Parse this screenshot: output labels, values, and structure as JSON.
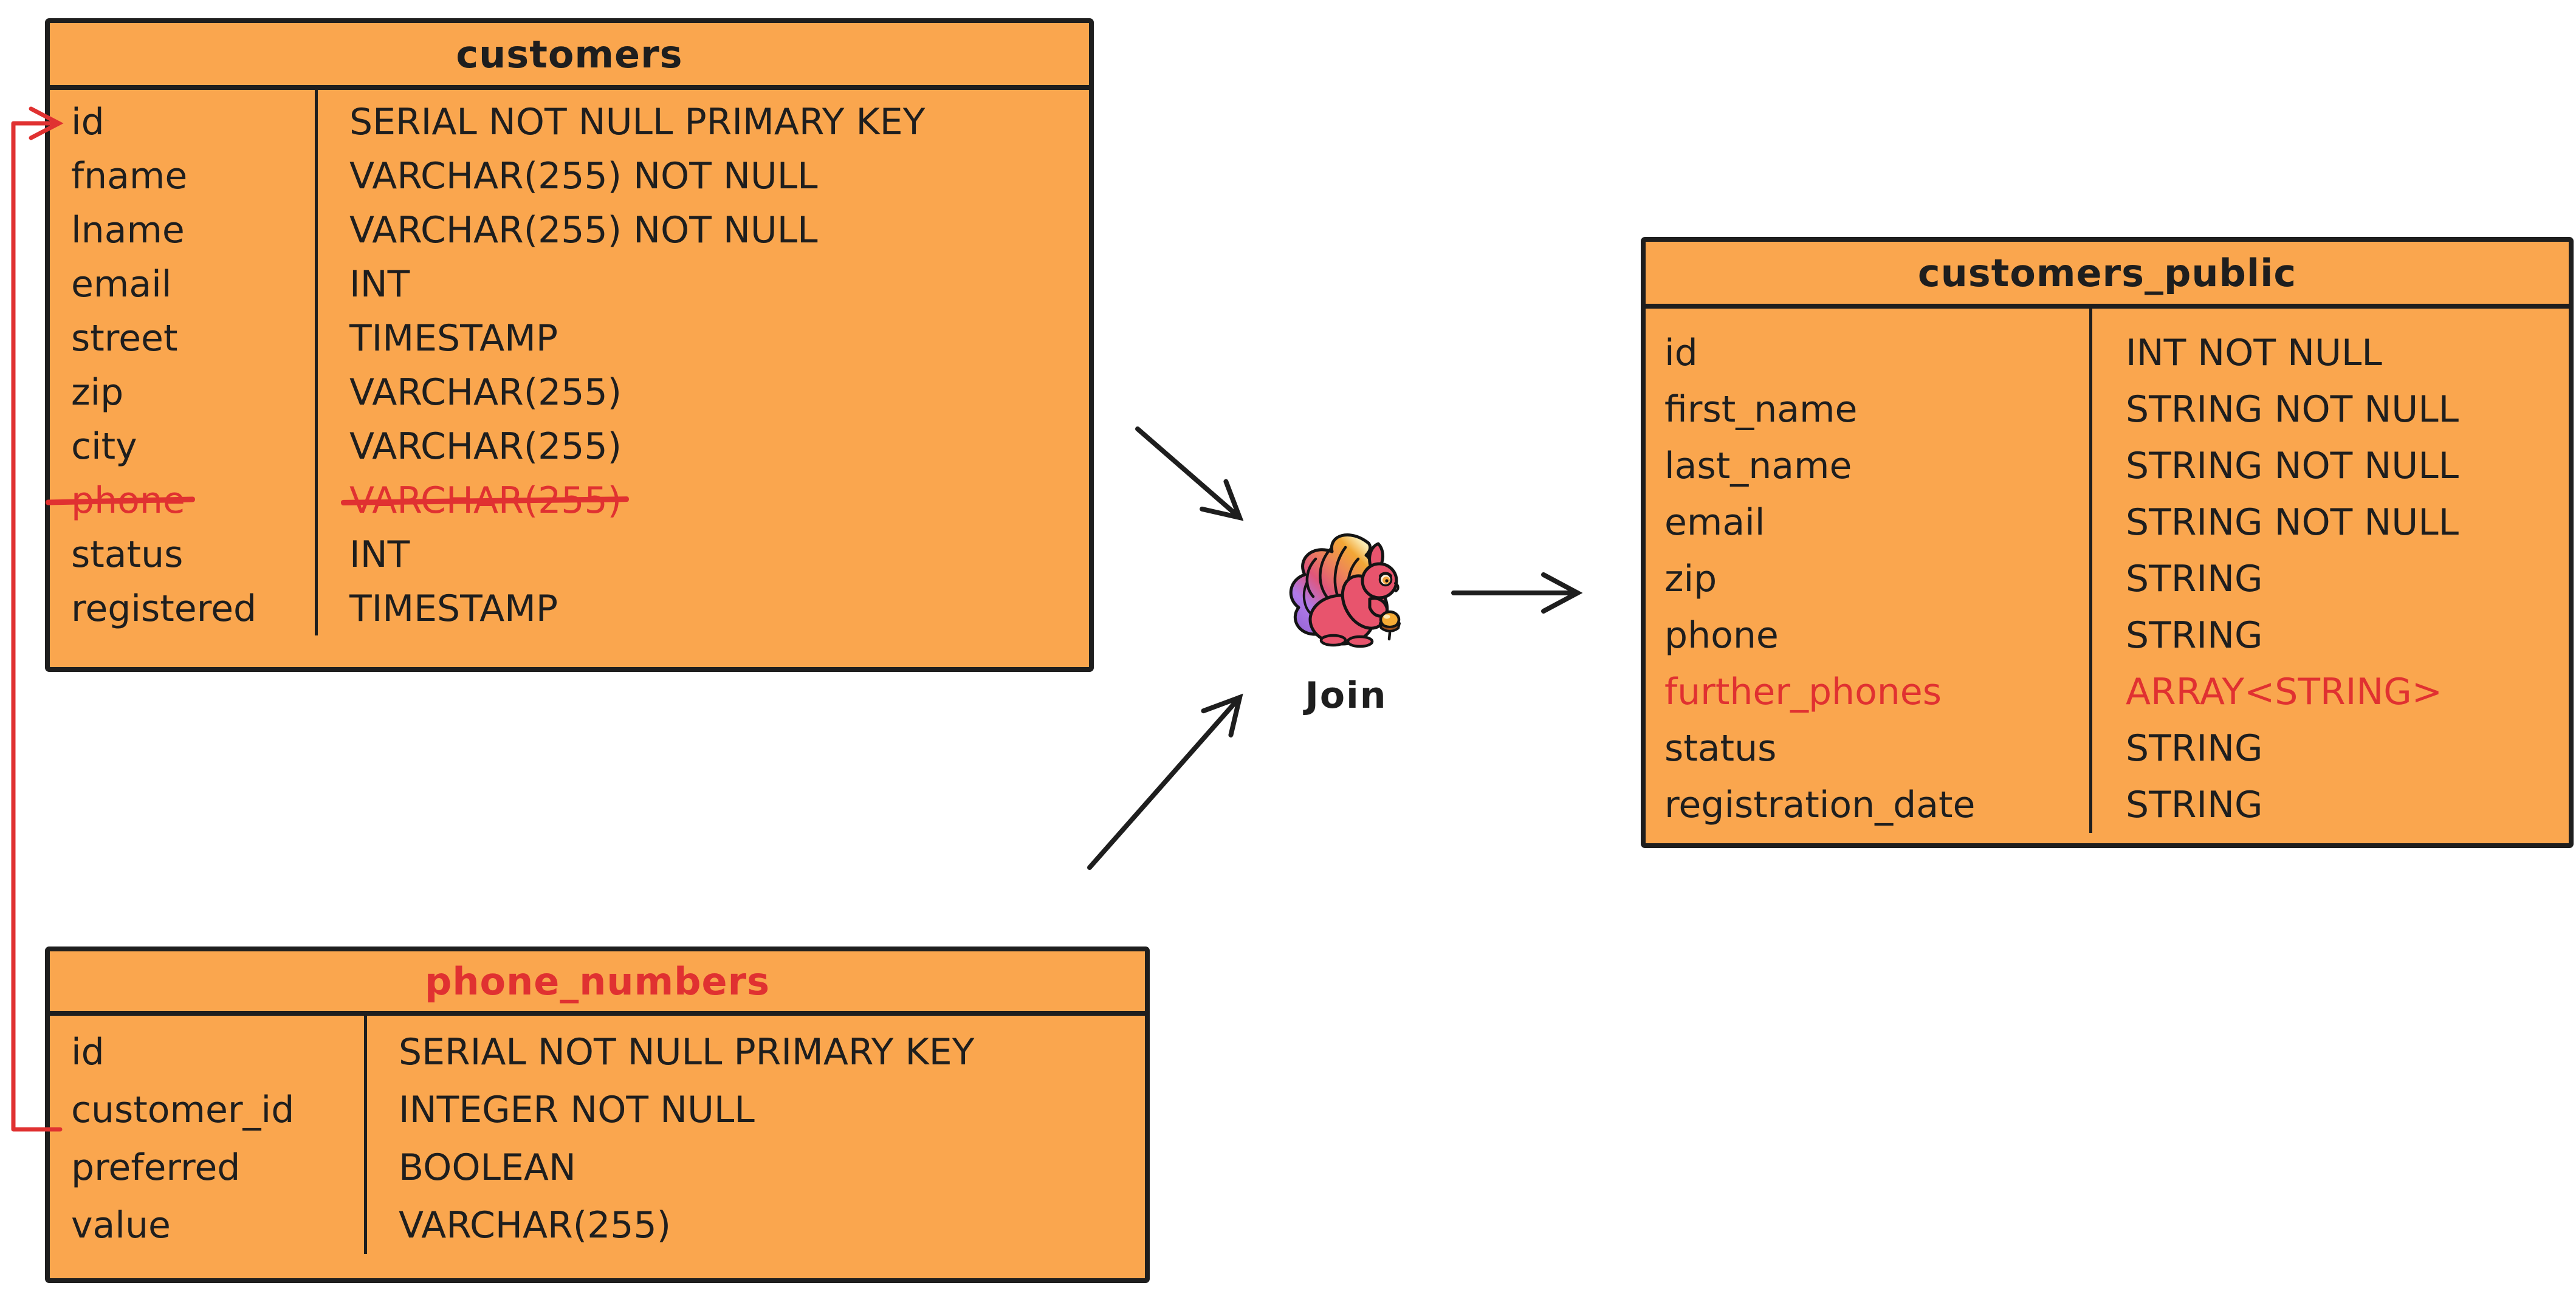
{
  "diagram": {
    "background": "#ffffff",
    "colors": {
      "table_fill": "#faa64e",
      "stroke": "#1e1e1e",
      "accent_red": "#e03131"
    }
  },
  "tables": {
    "customers": {
      "title": "customers",
      "accent_title": false,
      "columns": [
        {
          "name": "id",
          "type": "SERIAL NOT NULL PRIMARY KEY"
        },
        {
          "name": "fname",
          "type": "VARCHAR(255) NOT NULL"
        },
        {
          "name": "lname",
          "type": "VARCHAR(255) NOT NULL"
        },
        {
          "name": "email",
          "type": "INT"
        },
        {
          "name": "street",
          "type": "TIMESTAMP"
        },
        {
          "name": "zip",
          "type": "VARCHAR(255)"
        },
        {
          "name": "city",
          "type": "VARCHAR(255)"
        },
        {
          "name": "phone",
          "type": "VARCHAR(255)",
          "struck": true
        },
        {
          "name": "status",
          "type": "INT"
        },
        {
          "name": "registered",
          "type": "TIMESTAMP"
        }
      ]
    },
    "phone_numbers": {
      "title": "phone_numbers",
      "accent_title": true,
      "columns": [
        {
          "name": "id",
          "type": "SERIAL NOT NULL PRIMARY KEY"
        },
        {
          "name": "customer_id",
          "type": "INTEGER NOT NULL"
        },
        {
          "name": "preferred",
          "type": "BOOLEAN"
        },
        {
          "name": "value",
          "type": "VARCHAR(255)"
        }
      ]
    },
    "customers_public": {
      "title": "customers_public",
      "accent_title": false,
      "columns": [
        {
          "name": "id",
          "type": "INT NOT NULL"
        },
        {
          "name": "first_name",
          "type": "STRING NOT NULL"
        },
        {
          "name": "last_name",
          "type": "STRING NOT NULL"
        },
        {
          "name": "email",
          "type": "STRING NOT NULL"
        },
        {
          "name": "zip",
          "type": "STRING"
        },
        {
          "name": "phone",
          "type": "STRING"
        },
        {
          "name": "further_phones",
          "type": "ARRAY<STRING>",
          "accent": true
        },
        {
          "name": "status",
          "type": "STRING"
        },
        {
          "name": "registration_date",
          "type": "STRING"
        }
      ]
    }
  },
  "operator": {
    "label": "Join",
    "icon": "flink-squirrel-icon"
  },
  "edges": [
    {
      "from": "customers",
      "to": "join-operator",
      "style": "black-arrow"
    },
    {
      "from": "phone_numbers",
      "to": "join-operator",
      "style": "black-arrow"
    },
    {
      "from": "join-operator",
      "to": "customers_public",
      "style": "black-arrow"
    },
    {
      "from": "phone_numbers.customer_id",
      "to": "customers.id",
      "style": "red-connector"
    }
  ]
}
